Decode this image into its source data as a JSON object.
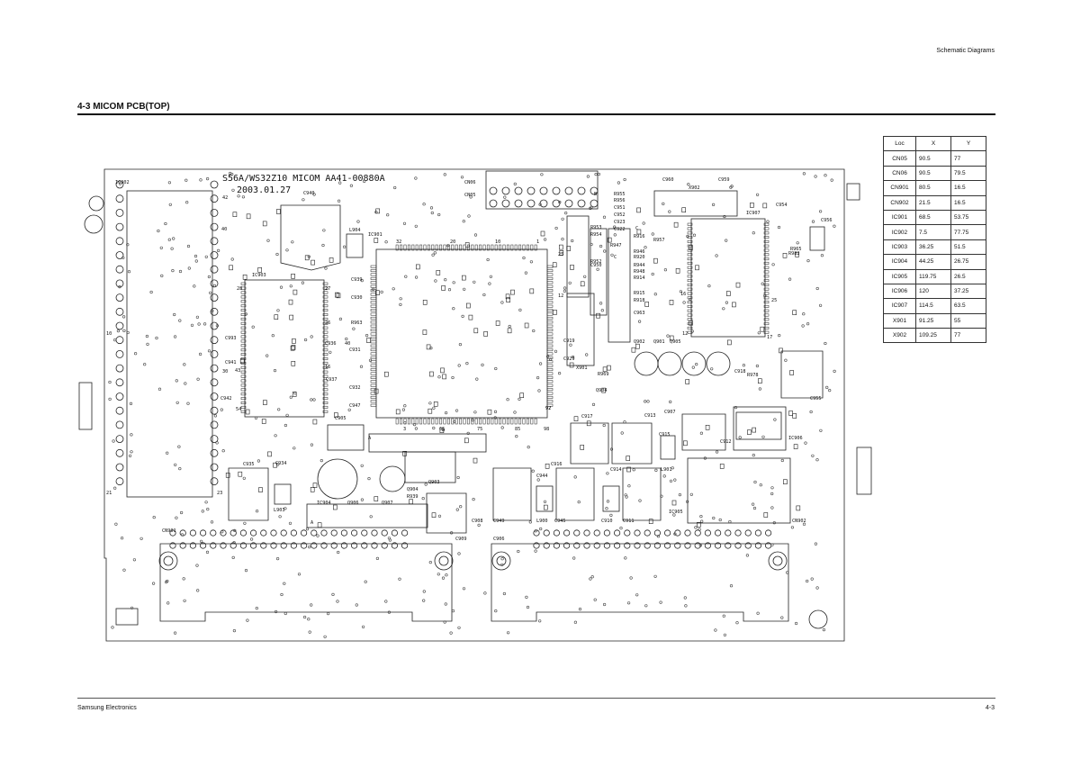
{
  "header": {
    "right": "Schematic Diagrams"
  },
  "section": {
    "title": "4-3 MICOM PCB(TOP)"
  },
  "footer": {
    "left": "Samsung Electronics",
    "right": "4-3"
  },
  "board": {
    "title": "S56A/WS32Z10 MICOM AA41-00880A",
    "date": "2003.01.27",
    "labels": [
      "IC902",
      "C940",
      "L904",
      "IC901",
      "CN05",
      "CN06",
      "C960",
      "X902",
      "C959",
      "C954",
      "C956",
      "IC907",
      "R982",
      "IC903",
      "C939",
      "C930",
      "R963",
      "C993",
      "C941",
      "C942",
      "C936",
      "C931",
      "C937",
      "C932",
      "C947",
      "C905",
      "C935",
      "C934",
      "L903",
      "IC904",
      "Q906",
      "Q907",
      "Q904",
      "R939",
      "Q903",
      "R953",
      "R954",
      "C950",
      "R952",
      "X901",
      "R969",
      "Q904",
      "C917",
      "Q902",
      "Q901",
      "Q905",
      "C912",
      "C913",
      "C915",
      "L901",
      "C914",
      "C916",
      "C944",
      "C945",
      "C908",
      "C949",
      "L900",
      "C909",
      "C910",
      "C911",
      "IC905",
      "CN902",
      "CN901",
      "C906",
      "R965",
      "C955",
      "IC906",
      "R955",
      "R956",
      "C951",
      "C952",
      "C923",
      "C922",
      "R916",
      "R957",
      "R947",
      "R946",
      "R920",
      "R944",
      "R948",
      "R914",
      "R915",
      "R918",
      "C963",
      "C907",
      "R978",
      "C918",
      "C919",
      "C929"
    ],
    "pin_numbers": [
      "42",
      "40",
      "28",
      "27",
      "26",
      "16",
      "40",
      "30",
      "54",
      "10",
      "21",
      "23",
      "32",
      "20",
      "10",
      "1",
      "25",
      "12",
      "92",
      "97",
      "65",
      "75",
      "85",
      "98",
      "3",
      "25",
      "16",
      "12",
      "17",
      "43",
      "A",
      "A",
      "B",
      "C",
      "C"
    ]
  },
  "table": {
    "headers": [
      "Loc",
      "X",
      "Y"
    ],
    "rows": [
      [
        "CN05",
        "90.5",
        "77"
      ],
      [
        "CN06",
        "90.5",
        "79.5"
      ],
      [
        "CN901",
        "80.5",
        "16.5"
      ],
      [
        "CN902",
        "21.5",
        "16.5"
      ],
      [
        "IC901",
        "68.5",
        "53.75"
      ],
      [
        "IC902",
        "7.5",
        "77.75"
      ],
      [
        "IC903",
        "36.25",
        "51.5"
      ],
      [
        "IC904",
        "44.25",
        "26.75"
      ],
      [
        "IC905",
        "119.75",
        "26.5"
      ],
      [
        "IC906",
        "120",
        "37.25"
      ],
      [
        "IC907",
        "114.5",
        "63.5"
      ],
      [
        "X901",
        "91.25",
        "55"
      ],
      [
        "X902",
        "109.25",
        "77"
      ]
    ]
  }
}
